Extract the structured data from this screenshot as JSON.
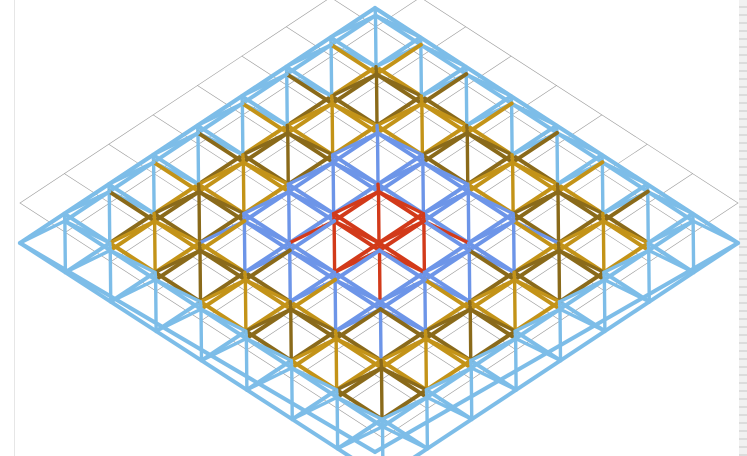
{
  "diagram": {
    "type": "space-frame",
    "description_hidden": "",
    "grid": {
      "cols": 8,
      "rows": 8
    },
    "colors": {
      "outline": "#9a9a9a",
      "edge_blue": "#7dbde8",
      "mid_blue": "#6d95e8",
      "brown": "#8a6a1a",
      "gold": "#c39318",
      "red": "#d23a1a"
    },
    "legend": {
      "bands": [
        "edge_blue",
        "gold",
        "brown",
        "mid_blue",
        "red"
      ]
    }
  }
}
